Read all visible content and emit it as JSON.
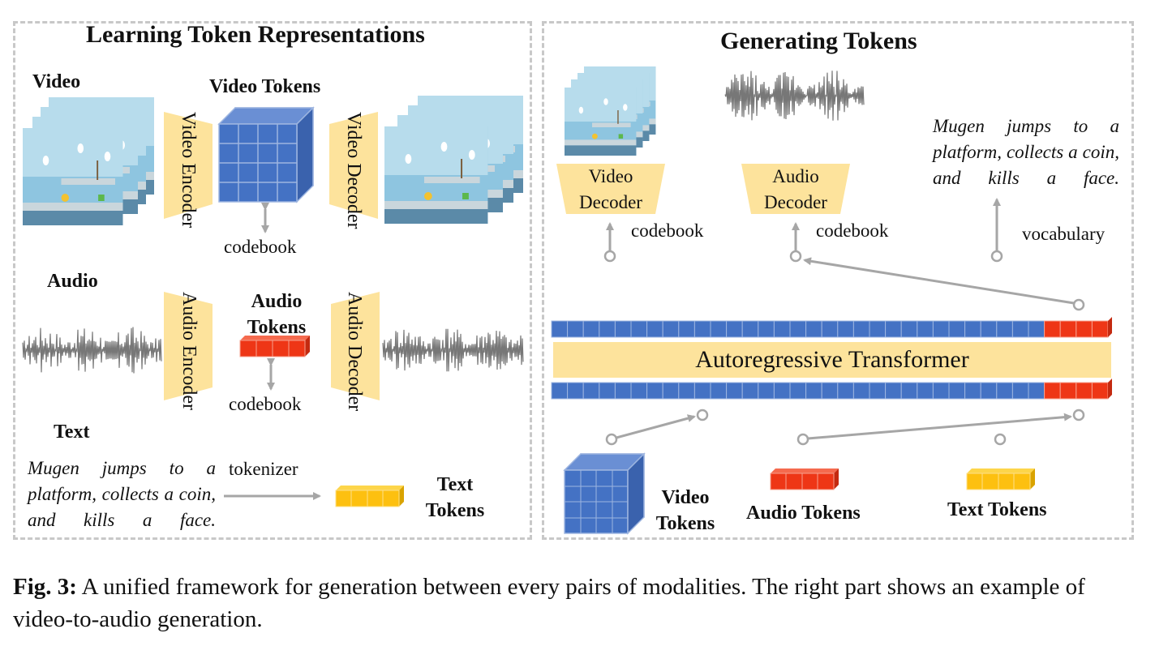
{
  "left_panel": {
    "title": "Learning Token Representations",
    "video_label": "Video",
    "video_tokens_label": "Video Tokens",
    "video_encoder_label": "Video Encoder",
    "video_decoder_label": "Video Decoder",
    "codebook_label": "codebook",
    "audio_label": "Audio",
    "audio_tokens_label": "Audio Tokens",
    "audio_encoder_label": "Audio Encoder",
    "audio_decoder_label": "Audio Decoder",
    "text_label": "Text",
    "text_prompt": "Mugen jumps to a platform, collects a coin, and kills a face.",
    "tokenizer_label": "tokenizer",
    "text_tokens_label": "Text Tokens"
  },
  "right_panel": {
    "title": "Generating Tokens",
    "video_decoder_label": "Video Decoder",
    "audio_decoder_label": "Audio Decoder",
    "codebook_label": "codebook",
    "vocabulary_label": "vocabulary",
    "text_prompt": "Mugen jumps to a platform, collects a coin, and kills a face.",
    "transformer_label": "Autoregressive Transformer",
    "video_tokens_label": "Video Tokens",
    "audio_tokens_label": "Audio Tokens",
    "text_tokens_label": "Text Tokens"
  },
  "caption": {
    "fig_label": "Fig. 3:",
    "text": "A unified framework for generation between every pairs of modalities. The right part shows an example of video-to-audio generation."
  },
  "colors": {
    "trapezoid": "#fde39c",
    "video_token": "#4472c4",
    "audio_token": "#ee3616",
    "text_token": "#fdc010",
    "transformer": "#fde39c",
    "arrow": "#a6a6a6"
  }
}
